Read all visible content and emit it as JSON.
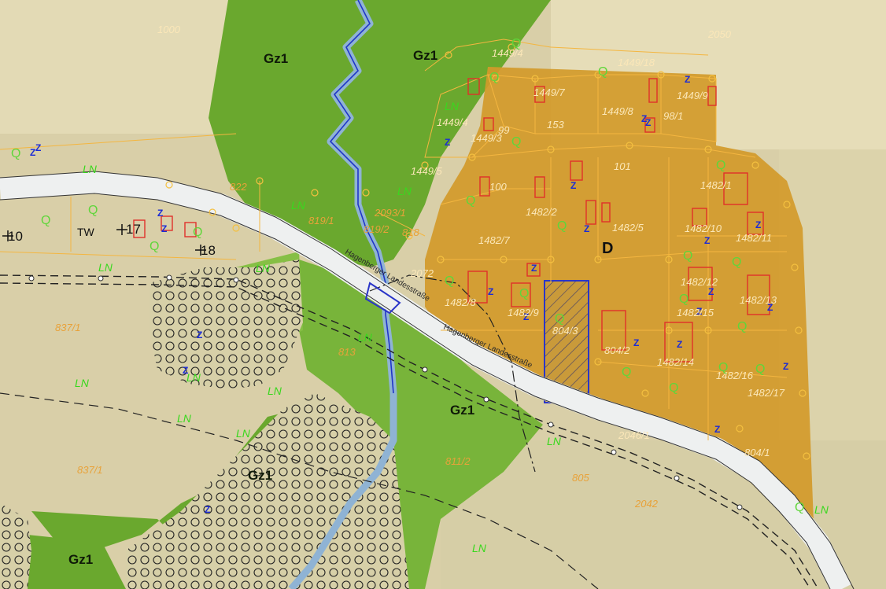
{
  "colors": {
    "field_base": "#d9cfa8",
    "field_light": "#e4dab6",
    "green_zone": "#6aa82e",
    "green_zone_light": "#86bf45",
    "settlement": "#d39a2a",
    "road": "#eef0f0",
    "stream": "#8fb3d4",
    "parcel_lines": "#f4b640",
    "ln_text": "#39d81e",
    "z_symbol": "#1b2bd6"
  },
  "zones": {
    "gz1_a": "Gz1",
    "gz1_b": "Gz1",
    "gz1_c": "Gz1",
    "gz1_d": "Gz1",
    "gz1_e": "Gz1",
    "d_label": "D"
  },
  "roads": {
    "road_label_1": "Hagenberger Landesstraße",
    "road_label_2": "Hagenberger Landesstraße"
  },
  "parcels": [
    "1000",
    "2050",
    "1449/4",
    "1449/18",
    "1449/7",
    "1449/8",
    "1449/9",
    "1449/4",
    "1449/3",
    "99",
    "153",
    "98/1",
    "1449/5",
    "100",
    "101",
    "822",
    "819/1",
    "2093/1",
    "819/2",
    "818",
    "1482/1",
    "1482/2",
    "1482/5",
    "1482/10",
    "1482/11",
    "1482/7",
    "2072",
    "1482/12",
    "1482/13",
    "1482/8",
    "1482/9",
    "804/3",
    "1482/15",
    "813",
    "804/2",
    "1482/14",
    "1482/16",
    "1482/17",
    "2046/1",
    "804/1",
    "811/2",
    "837/1",
    "837/1",
    "805",
    "2042",
    "10",
    "17",
    "18",
    "TW"
  ],
  "ln_labels": [
    "LN",
    "LN",
    "LN",
    "LN",
    "LN",
    "LN",
    "LN",
    "LN",
    "LN",
    "LN",
    "LN",
    "LN",
    "LN",
    "LN",
    "LN"
  ]
}
